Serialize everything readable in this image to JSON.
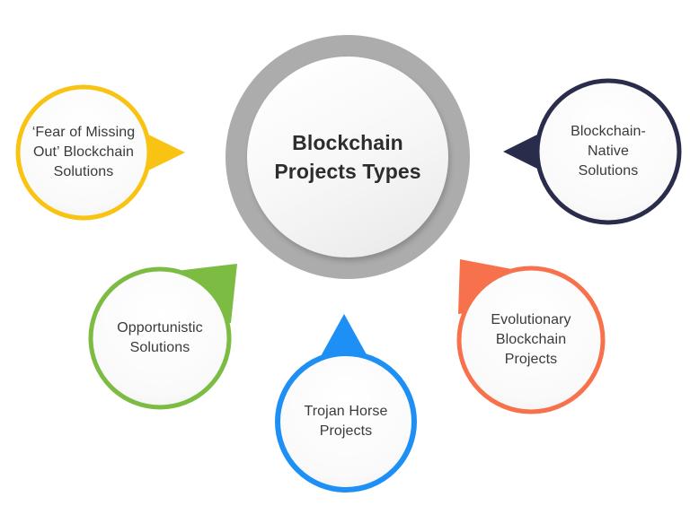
{
  "diagram": {
    "background_color": "#FFFFFF",
    "center": {
      "title_lines": [
        "Blockchain",
        "Projects Types"
      ],
      "ring_color": "#ACACAC",
      "text_color": "#2D2D2D"
    },
    "label_text_color": "#3A3A3A",
    "nodes": [
      {
        "name": "fomo-blockchain-solutions",
        "label_lines": [
          "‘Fear of Missing",
          "Out’ Blockchain",
          "Solutions"
        ],
        "color": "#F9C313",
        "position": "left",
        "pointer_direction": "right-toward-center"
      },
      {
        "name": "blockchain-native-solutions",
        "label_lines": [
          "Blockchain-",
          "Native",
          "Solutions"
        ],
        "color": "#292C4B",
        "position": "right",
        "pointer_direction": "left-toward-center"
      },
      {
        "name": "opportunistic-solutions",
        "label_lines": [
          "Opportunistic",
          "Solutions"
        ],
        "color": "#7CBC42",
        "position": "bottom-left",
        "pointer_direction": "up-right-toward-center"
      },
      {
        "name": "trojan-horse-projects",
        "label_lines": [
          "Trojan Horse",
          "Projects"
        ],
        "color": "#1E90F5",
        "position": "bottom-center",
        "pointer_direction": "up-toward-center"
      },
      {
        "name": "evolutionary-blockchain-projects",
        "label_lines": [
          "Evolutionary",
          "Blockchain",
          "Projects"
        ],
        "color": "#F7714C",
        "position": "bottom-right",
        "pointer_direction": "up-left-toward-center"
      }
    ]
  }
}
